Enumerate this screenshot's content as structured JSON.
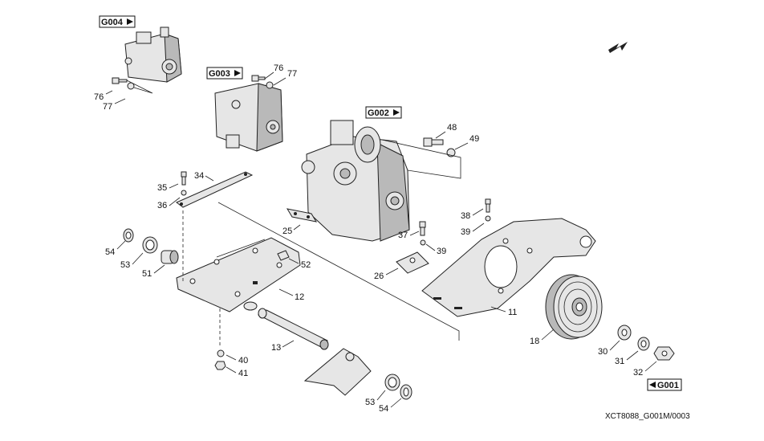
{
  "refs": {
    "g004": "G004",
    "g003": "G003",
    "g002": "G002",
    "g001": "G001"
  },
  "callouts": {
    "c76a": "76",
    "c77a": "77",
    "c76b": "76",
    "c77b": "77",
    "c48": "48",
    "c49a": "49",
    "c34": "34",
    "c35": "35",
    "c36": "36",
    "c25": "25",
    "c38": "38",
    "c39a": "39",
    "c37": "37",
    "c39b": "39",
    "c54a": "54",
    "c53a": "53",
    "c51": "51",
    "c52": "52",
    "c26": "26",
    "c12": "12",
    "c11": "11",
    "c13": "13",
    "c18": "18",
    "c40": "40",
    "c41": "41",
    "c30": "30",
    "c31": "31",
    "c32": "32",
    "c53b": "53",
    "c54b": "54"
  },
  "drawing_code": "XCT8088_G001M/0003",
  "icons": {
    "direction": "arrow-down-left-icon",
    "ref_next": "triangle-right-icon",
    "ref_prev": "triangle-left-icon"
  }
}
